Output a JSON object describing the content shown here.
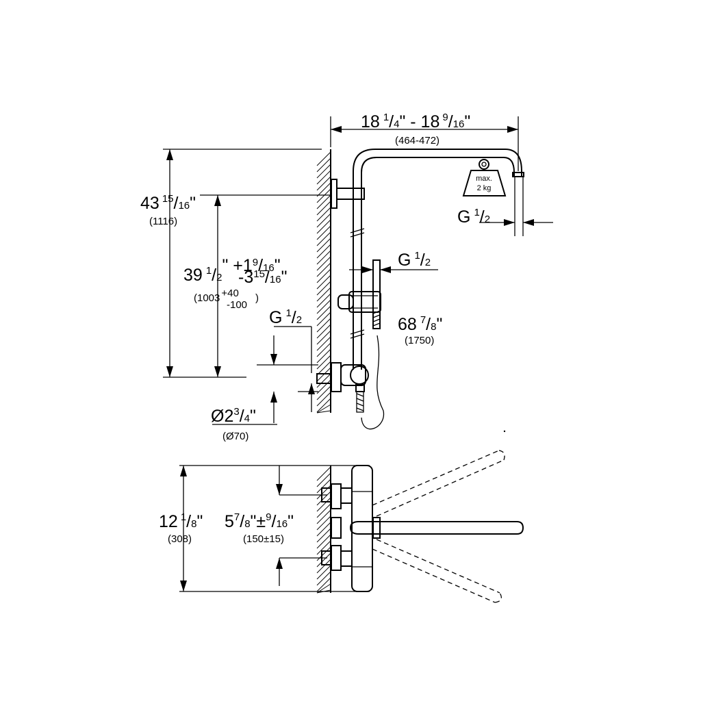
{
  "top_view": {
    "arm_length": {
      "main": "18",
      "n1": "1",
      "d1": "4",
      "mid": "\" - 18",
      "n2": "9",
      "d2": "16",
      "end": "\"",
      "metric": "(464-472)"
    },
    "weight_label": {
      "line1": "max.",
      "line2": "2 kg"
    },
    "head_thread": {
      "main": "G",
      "num": "1",
      "den": "2"
    },
    "total_height": {
      "main": "43",
      "frac": "15",
      "den": "16",
      "end": "\"",
      "metric": "(1116)"
    },
    "adjust_height": {
      "main": "39",
      "num": "1",
      "den": "2",
      "plus": "\" +1",
      "pn": "9",
      "pd": "16",
      "pend": "\"",
      "minus": "-3",
      "mn": "15",
      "md": "16",
      "mend": "\"",
      "metric_open": "(1003",
      "metric_plus": "+40",
      "metric_minus": "-100",
      "metric_close": ")"
    },
    "hand_thread": {
      "main": "G",
      "num": "1",
      "den": "2"
    },
    "hose_length": {
      "main": "68",
      "num": "7",
      "den": "8",
      "end": "\"",
      "metric": "(1750)"
    },
    "inlet_thread": {
      "main": "G",
      "num": "1",
      "den": "2"
    },
    "escutcheon": {
      "main": "Ø2",
      "num": "3",
      "den": "4",
      "end": "\"",
      "metric": "(Ø70)"
    }
  },
  "bottom_view": {
    "depth": {
      "main": "12",
      "num": "1",
      "den": "8",
      "end": "\"",
      "metric": "(308)"
    },
    "centers": {
      "main": "5",
      "num": "7",
      "den": "8",
      "pm": "\"±",
      "n2": "9",
      "d2": "16",
      "end": "\"",
      "metric": "(150±15)"
    }
  }
}
